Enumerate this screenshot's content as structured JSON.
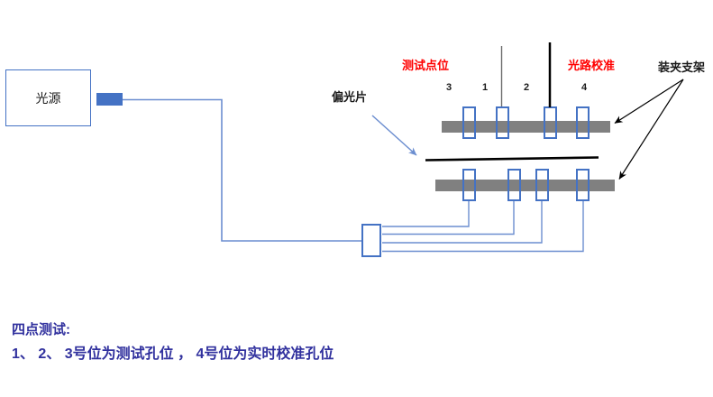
{
  "diagram": {
    "light_source_label": "光源",
    "polarizer_label": "偏光片",
    "test_points_label": "测试点位",
    "calibration_label": "光路校准",
    "bracket_label": "装夹支架",
    "position_labels": [
      "3",
      "1",
      "2",
      "4"
    ]
  },
  "notes": {
    "title": "四点测试:",
    "body": "1、 2、 3号位为测试孔位 ， 4号位为实时校准孔位"
  },
  "colors": {
    "accent_blue": "#4472C4",
    "cable_blue": "#6C8ED0",
    "bar_gray": "#808080",
    "label_red": "#FF0000",
    "note_navy": "#31319E",
    "probe_gray": "#6B6B6B",
    "beam_black": "#000000"
  }
}
